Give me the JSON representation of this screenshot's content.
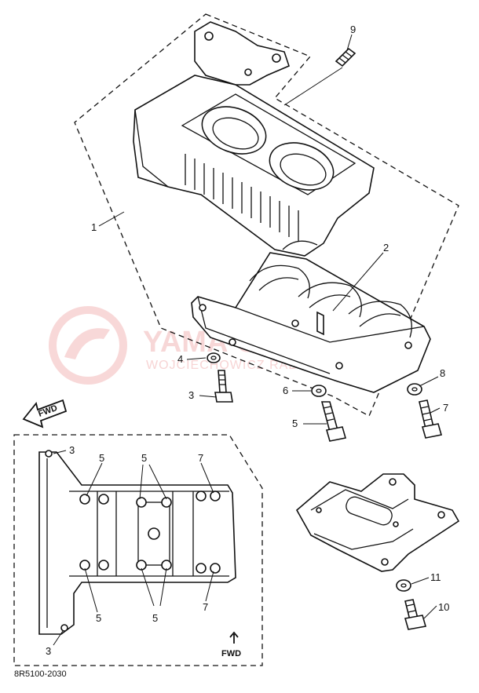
{
  "watermark": {
    "brand": "YAMA-SKLEP",
    "sub": "WOJCIECHOWICZ RADAR"
  },
  "labels": {
    "l1": "1",
    "l2": "2",
    "l3a": "3",
    "l3b": "3",
    "l3c": "3",
    "l4": "4",
    "l5a": "5",
    "l5b": "5",
    "l5c": "5",
    "l5d": "5",
    "l5e": "5",
    "l6": "6",
    "l7a": "7",
    "l7b": "7",
    "l7c": "7",
    "l8": "8",
    "l9": "9",
    "l10": "10",
    "l11": "11"
  },
  "fwd_label": "FWD",
  "fwd_label_bottom": "FWD",
  "diagram_code": "8R5100-2030"
}
